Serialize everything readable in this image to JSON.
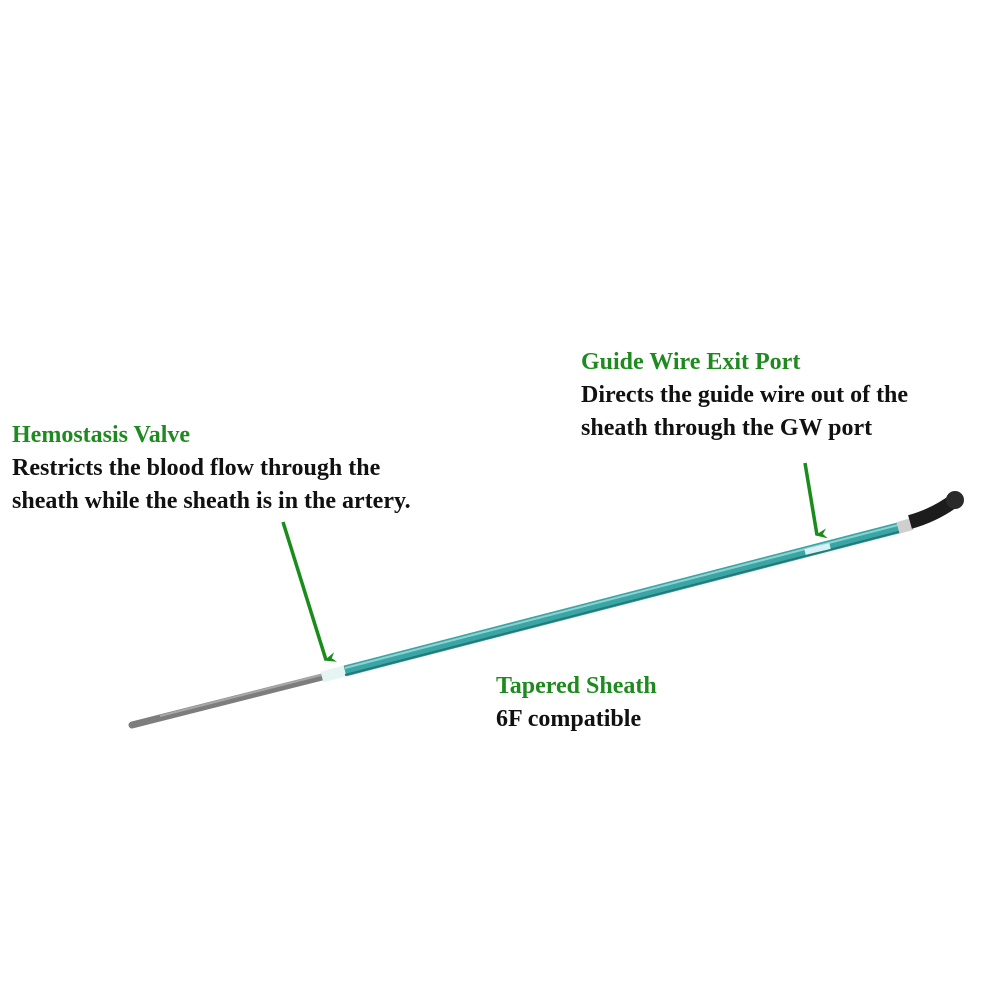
{
  "callouts": {
    "hemostasis": {
      "title": "Hemostasis Valve",
      "lines": [
        "Restricts the blood flow through the",
        "sheath while the sheath is in the artery."
      ]
    },
    "guide_wire": {
      "title": "Guide Wire Exit Port",
      "lines": [
        "Directs the guide wire out of the",
        "sheath through the GW port"
      ]
    },
    "tapered": {
      "title": "Tapered Sheath",
      "lines": [
        "6F compatible"
      ]
    }
  },
  "colors": {
    "title": "#1f8a1f",
    "arrow": "#1a8c1a",
    "sheath": "#3aa5a5",
    "tip": "#7a7a7a",
    "hub": "#1c1c1c"
  }
}
